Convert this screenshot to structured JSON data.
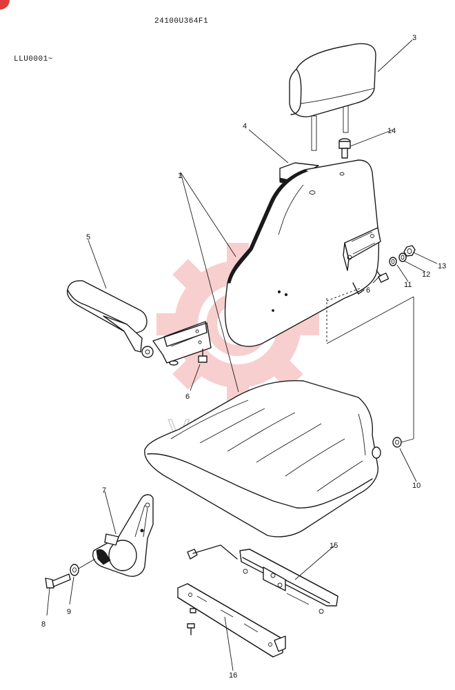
{
  "header": {
    "part_code": "24100U364F1",
    "serial_range": "LLU0001~"
  },
  "watermark": {
    "text": "VIHTEX",
    "color": "#f2a8a8"
  },
  "callouts": {
    "c1": "1",
    "c3": "3",
    "c4": "4",
    "c5": "5",
    "c6a": "6",
    "c6b": "6",
    "c7": "7",
    "c8": "8",
    "c9": "9",
    "c10": "10",
    "c11": "11",
    "c12": "12",
    "c13": "13",
    "c14": "14",
    "c15": "15",
    "c16": "16"
  }
}
